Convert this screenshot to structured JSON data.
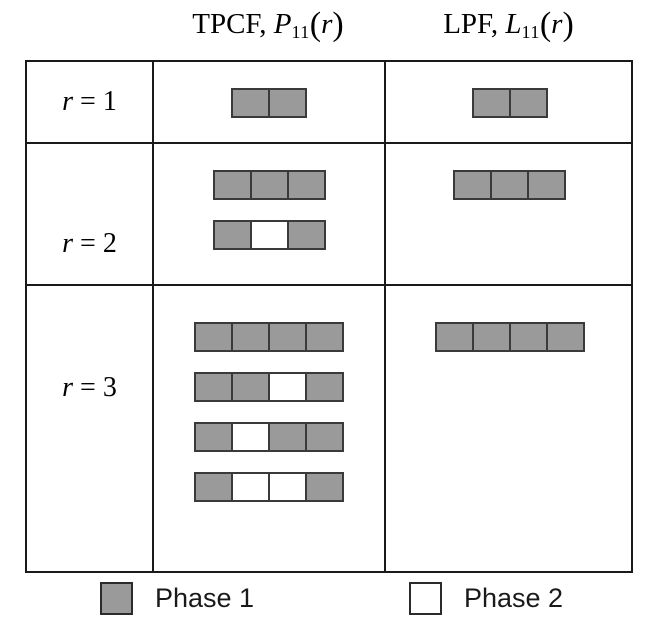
{
  "headers": {
    "tpcf": {
      "name": "TPCF",
      "symbol": "P",
      "subscript": "11",
      "arg": "r"
    },
    "lpf": {
      "name": "LPF",
      "symbol": "L",
      "subscript": "11",
      "arg": "r"
    }
  },
  "rows": [
    {
      "label_var": "r",
      "label_eq": "=",
      "label_val": "1",
      "tpcf_patterns": [
        [
          "p1",
          "p1"
        ]
      ],
      "lpf_patterns": [
        [
          "p1",
          "p1"
        ]
      ]
    },
    {
      "label_var": "r",
      "label_eq": "=",
      "label_val": "2",
      "tpcf_patterns": [
        [
          "p1",
          "p1",
          "p1"
        ],
        [
          "p1",
          "p2",
          "p1"
        ]
      ],
      "lpf_patterns": [
        [
          "p1",
          "p1",
          "p1"
        ]
      ]
    },
    {
      "label_var": "r",
      "label_eq": "=",
      "label_val": "3",
      "tpcf_patterns": [
        [
          "p1",
          "p1",
          "p1",
          "p1"
        ],
        [
          "p1",
          "p1",
          "p2",
          "p1"
        ],
        [
          "p1",
          "p2",
          "p1",
          "p1"
        ],
        [
          "p1",
          "p2",
          "p2",
          "p1"
        ]
      ],
      "lpf_patterns": [
        [
          "p1",
          "p1",
          "p1",
          "p1"
        ]
      ]
    }
  ],
  "legend": [
    {
      "swatch": "p1",
      "label": "Phase 1"
    },
    {
      "swatch": "p2",
      "label": "Phase 2"
    }
  ],
  "colors": {
    "phase1": "#9a9a9a",
    "phase2": "#ffffff",
    "cell_border": "#3a3a3a",
    "table_border": "#1a1a1a"
  }
}
